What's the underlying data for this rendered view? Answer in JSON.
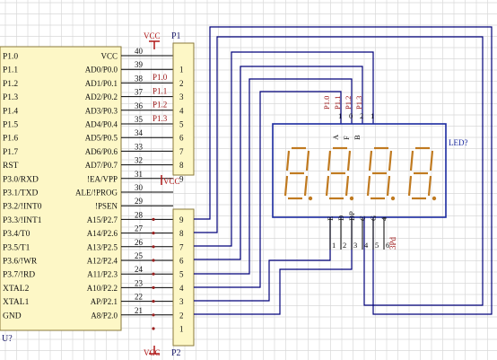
{
  "colors": {
    "grid": "#d9d9d9",
    "chip_fill": "#fdf7c6",
    "chip_border": "#8a7a3a",
    "wire": "#00007a",
    "pin": "#000000",
    "pin_dot": "#9a2020",
    "net_label": "#9a1010",
    "vcc": "#b01818",
    "segment": "#c07a20",
    "display_frame": "#1a2aa0",
    "text": "#111111",
    "designator": "#1a1a6a"
  },
  "mcu": {
    "designator": "U?",
    "left_labels": [
      "P1.0",
      "P1.1",
      "P1.2",
      "P1.3",
      "P1.4",
      "P1.5",
      "P1.6",
      "P1.7",
      "RST",
      "P3.0/RXD",
      "P3.1/TXD",
      "P3.2/!INT0",
      "P3.3/!INT1",
      "P3.4/T0",
      "P3.5/T1",
      "P3.6/!WR",
      "P3.7/!RD",
      "XTAL2",
      "XTAL1",
      "GND"
    ],
    "right_labels": [
      "VCC",
      "AD0/P0.0",
      "AD1/P0.1",
      "AD2/P0.2",
      "AD3/P0.3",
      "AD4/P0.4",
      "AD5/P0.5",
      "AD6/P0.6",
      "AD7/P0.7",
      "!EA/VPP",
      "ALE/!PROG",
      "!PSEN",
      "A15/P2.7",
      "A14/P2.6",
      "A13/P2.5",
      "A12/P2.4",
      "A11/P2.3",
      "A10/P2.2",
      "AP/P2.1",
      "A8/P2.0"
    ],
    "right_pin_numbers": [
      "40",
      "39",
      "38",
      "37",
      "36",
      "35",
      "34",
      "33",
      "32",
      "31",
      "30",
      "29",
      "28",
      "27",
      "26",
      "25",
      "24",
      "23",
      "22",
      "21"
    ]
  },
  "p1": {
    "designator": "P1",
    "pin_numbers": [
      "1",
      "2",
      "3",
      "4",
      "5",
      "6",
      "7",
      "8",
      "9"
    ],
    "net_labels": [
      "P1.0",
      "P1.1",
      "P1.2",
      "P1.3"
    ],
    "vcc_label": "VCC"
  },
  "p2": {
    "designator": "P2",
    "pin_numbers": [
      "9",
      "8",
      "7",
      "6",
      "5",
      "4",
      "3",
      "2",
      "1"
    ],
    "vcc_label": "VCC"
  },
  "ea_vcc_label": "VCC",
  "display": {
    "designator": "LED?",
    "digits": 4,
    "top_pins": [
      "1",
      "0",
      "2",
      "1"
    ],
    "top_labels": [
      "A",
      "F",
      "B"
    ],
    "top_net_labels": [
      "P1.0",
      "P1.1",
      "P1.2",
      "P1.3"
    ],
    "bottom_labels": [
      "E",
      "D",
      "DP",
      "C",
      "G",
      "4"
    ],
    "bottom_pins": [
      "1",
      "2",
      "3",
      "4",
      "5",
      "6"
    ],
    "bottom_ref": "3Pd"
  }
}
